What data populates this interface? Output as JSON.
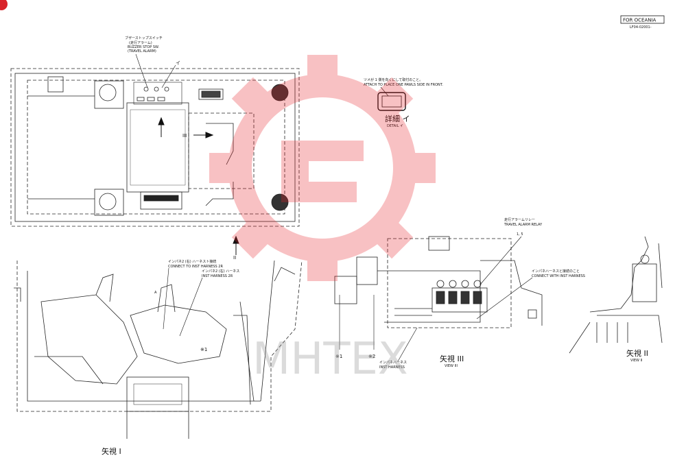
{
  "header": {
    "region_label": "FOR OCEANIA",
    "drawing_number": "LF04-02001-"
  },
  "callouts": {
    "buzzer_jp": "ブザーストップスイッチ",
    "buzzer_jp2": "(走行アラーム)",
    "buzzer_en": "BUZZER STOP SW.",
    "buzzer_en2": "(TRAVEL ALARM)",
    "detail_ref": "イ",
    "view_arrow_iii": "III",
    "view_arrow_ii": "II",
    "mark_1": "※1",
    "mark_2": "※2",
    "attach_jp": "ツメが 1 側を向くにして取付のこと。",
    "attach_en": "ATTACH TO PLACE ONE PAWLS SIDE IN FRONT.",
    "detail_title_jp": "詳細 イ",
    "detail_title_en": "DETAIL イ",
    "relay_jp": "走行アラームリレー",
    "relay_en": "TRAVEL ALARM RELAY",
    "relay_num": "1, 5",
    "connect_inst_jp": "インパネハーネスと接続のこと",
    "connect_inst_en": "CONNECT WITH INST HARNESS",
    "inst_harness_jp": "インパネハーネス",
    "inst_harness_en": "INST HARNESS",
    "connect_r_jp": "インパネ2 (右) ハーネスト接続",
    "connect_r_en": "CONNECT TO INST HARNESS 2R",
    "harness_r_jp": "インパネ2 (右) ハーネス",
    "harness_r_en": "INST HARNESS 2R",
    "item_a": "A"
  },
  "views": {
    "view_i_title": "矢視 I",
    "view_ii_title": "矢視 II",
    "view_ii_sub": "VIEW II",
    "view_iii_title": "矢視 III",
    "view_iii_sub": "VIEW III"
  },
  "watermark": {
    "text": "MHTEX",
    "color": "#e8242a"
  }
}
